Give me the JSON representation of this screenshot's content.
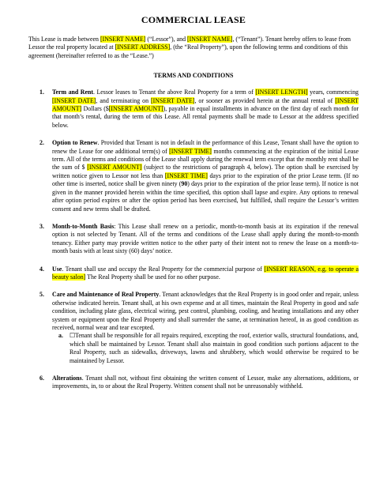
{
  "title": "COMMERCIAL LEASE",
  "intro": {
    "t1": "This Lease is made between ",
    "h1": "[INSERT NAME]",
    "t2": " (“Lessor”), and ",
    "h2": "[INSERT NAME]",
    "t3": ", (“Tenant”). Tenant hereby offers to lease from Lessor the real property located at ",
    "h3": "[INSERT ADDRESS]",
    "t4": ", (the “Real Property”), upon the following terms and conditions of this agreement (hereinafter referred to as the “Lease.”)"
  },
  "section_heading": "TERMS AND CONDITIONS",
  "terms": [
    {
      "num": "1.",
      "title": "Term and Rent",
      "t1": ". Lessor leases to Tenant the above Real Property for a term of ",
      "h1": "[INSERT LENGTH]",
      "t2": " years, commencing ",
      "h2": "[INSERT DATE]",
      "t3": ", and terminating on ",
      "h3": "[INSERT DATE]",
      "t4": ", or sooner as provided herein at the annual rental of ",
      "h4": "[INSERT AMOUNT]",
      "t5": " Dollars ($",
      "h5": "[INSERT AMOUNT]",
      "t6": "), payable in equal installments in advance on the first day of each month for that month’s rental, during the term of this Lease. All rental payments shall be made to Lessor at the address specified below."
    },
    {
      "num": "2.",
      "title": "Option to Renew",
      "t1": ". Provided that Tenant is not in default in the performance of this Lease, Tenant shall have the option to renew the Lease for one additional term(s) of ",
      "h1": "[INSERT TIME]",
      "t2": " months commencing at the expiration of the initial Lease term. All of the terms and conditions of the Lease shall apply during the renewal term except that the monthly rent shall be the sum of $ ",
      "h2": "[INSERT AMOUNT]",
      "t3": " (subject to the restrictions of paragraph 4, below). The option shall be exercised by written notice given to Lessor not less than ",
      "h3": "[INSERT TIME]",
      "t4": " days prior to the expiration of the prior Lease term. (If no other time is inserted, notice shall be given ninety (",
      "b1": "90",
      "t5": ") days prior to the expiration of the prior lease term). If notice is not given in the manner provided herein within the time specified, this option shall lapse and expire. Any options to renewal after option period expires or after the option period has been exercised, but fulfilled, shall require the Lessor’s written consent and new terms shall be drafted."
    },
    {
      "num": "3.",
      "title": "Month-to-Month Basis",
      "t1": ": This Lease shall renew on a periodic, month-to-month basis at its expiration if the renewal option is not selected by Tenant. All of the terms and conditions of the Lease shall apply during the month-to-month tenancy. Either party may provide written notice to the other party of their intent not to renew the lease on a month-to-month basis with at least sixty (60) days’ notice."
    },
    {
      "num": "4.",
      "title": "Use",
      "t1": ". Tenant shall use and occupy the Real Property for the commercial purpose of ",
      "h1": "[INSERT REASON, e.g. to operate a beauty salon]",
      "t2": " The Real Property shall be used for no other purpose."
    },
    {
      "num": "5.",
      "title": "Care and Maintenance of Real Property",
      "t1": ". Tenant acknowledges that the Real Property is in good order and repair, unless otherwise indicated herein. Tenant shall, at his own expense and at all times, maintain the Real Property in good and safe condition, including plate glass, electrical wiring, pest control, plumbing, cooling, and heating installations and any other system or equipment upon the Real Property and shall surrender the same, at termination hereof, in as good condition as received, normal wear and tear excepted.",
      "sub_num": "a.",
      "sub_text": "☐Tenant shall be responsible for all repairs required, excepting the roof, exterior walls, structural foundations, and, which shall be maintained by Lessor. Tenant shall also maintain in good condition such portions adjacent to the Real Property, such as sidewalks, driveways, lawns and shrubbery, which would otherwise be required to be maintained by Lessor."
    },
    {
      "num": "6.",
      "title": "Alterations",
      "t1": ". Tenant shall not, without first obtaining the written consent of Lessor, make any alternations, additions, or improvements, in, to or about the Real Property. Written consent shall not be unreasonably withheld."
    }
  ]
}
